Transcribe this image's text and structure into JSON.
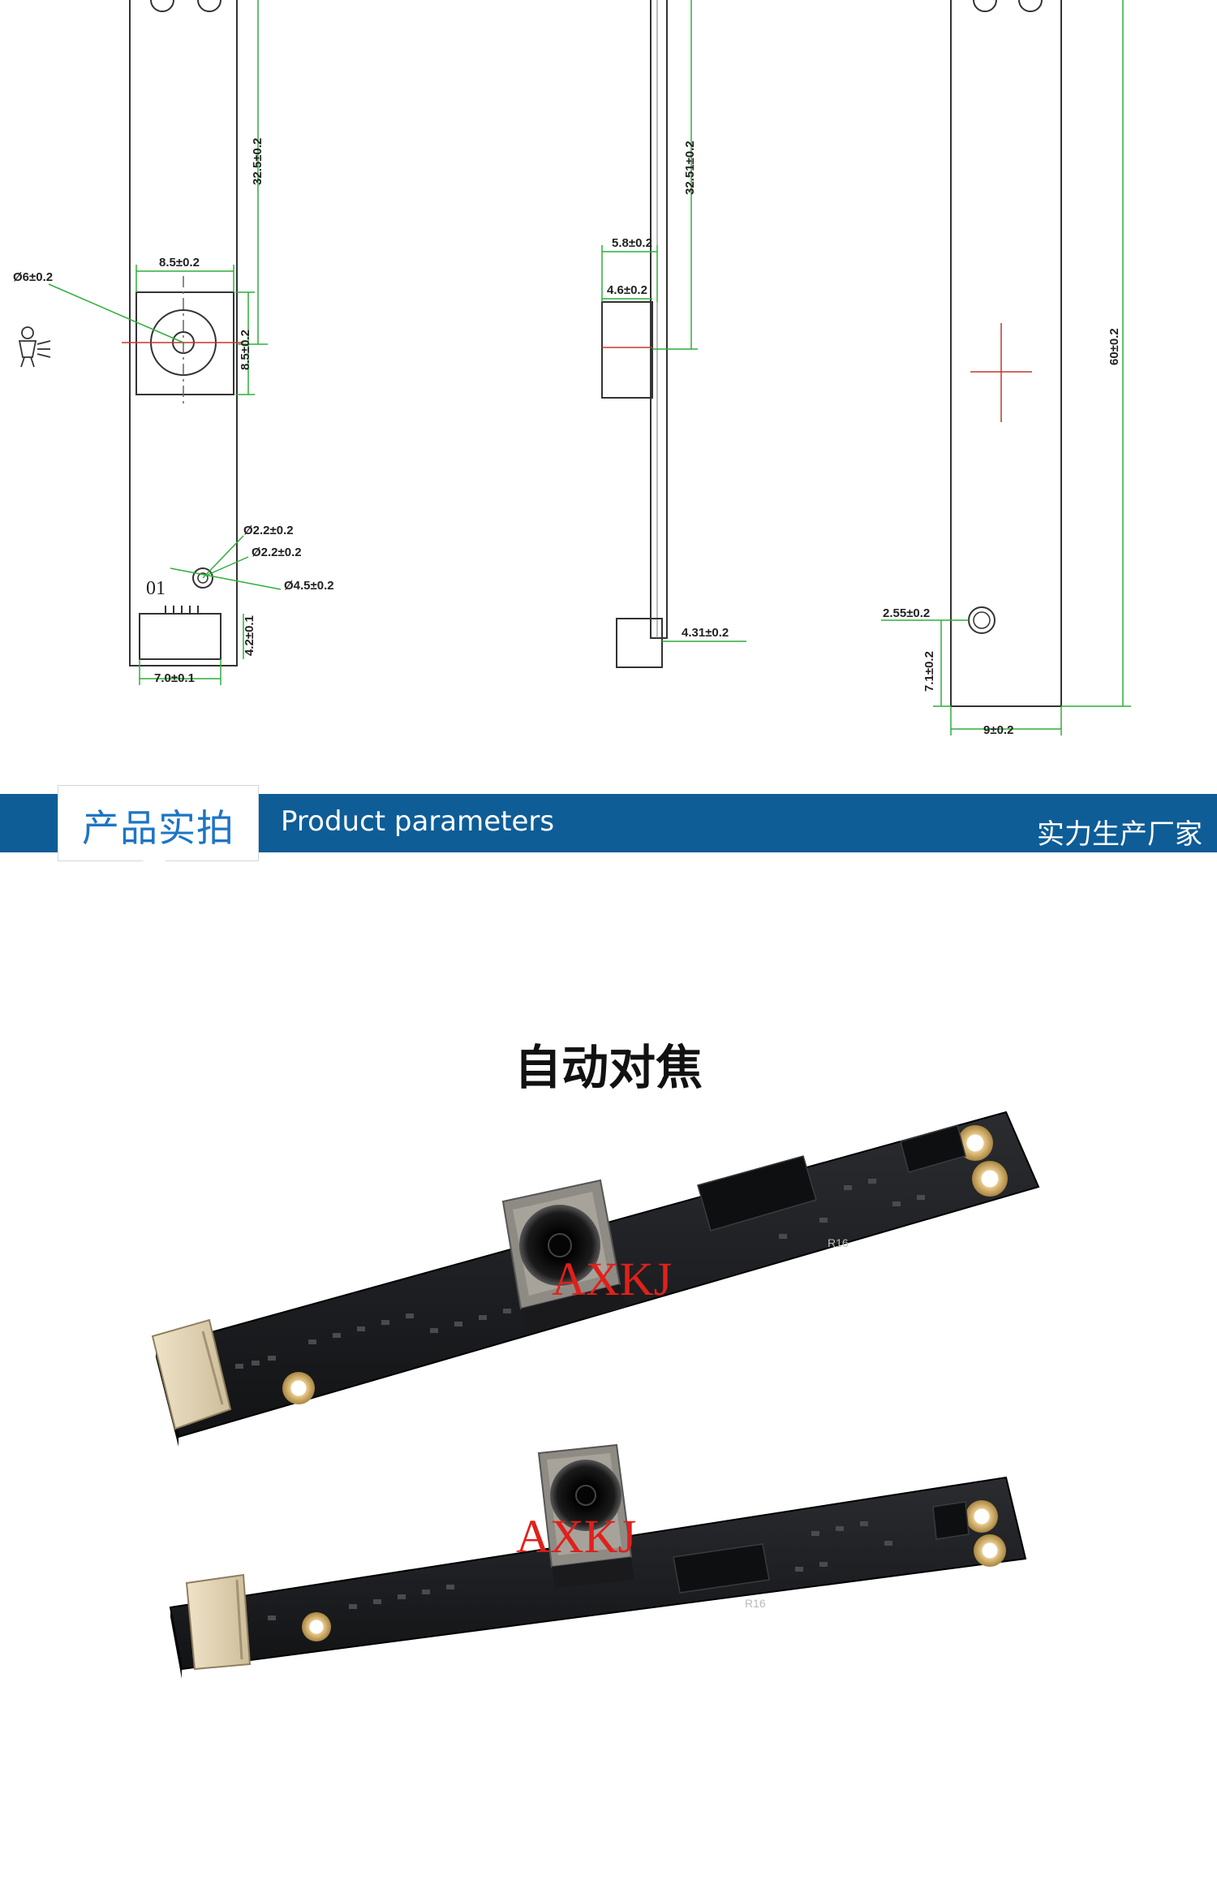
{
  "drawing": {
    "front_view": {
      "dims": [
        "32.5±0.2",
        "8.5±0.2",
        "Ø6±0.2",
        "8.5±0.2",
        "Ø2.2±0.2",
        "Ø2.2±0.2",
        "Ø4.5±0.2",
        "4.2±0.1",
        "7.0±0.1"
      ],
      "pin_label": "01"
    },
    "side_view": {
      "dims": [
        "32.51±0.2",
        "5.8±0.2",
        "4.6±0.2",
        "4.31±0.2"
      ]
    },
    "back_view": {
      "dims": [
        "60±0.2",
        "2.55±0.2",
        "7.1±0.2",
        "9±0.2"
      ]
    }
  },
  "banner": {
    "tab_label": "产品实拍",
    "title_en": "Product parameters",
    "right_text": "实力生产厂家",
    "color": "#0e5d97",
    "tab_text_color": "#1d75c4"
  },
  "section": {
    "title": "自动对焦"
  },
  "photo": {
    "watermark_1": "AXKJ",
    "watermark_2": "AXKJ",
    "pcb_label_1": "R16",
    "pcb_label_2": "R16"
  }
}
